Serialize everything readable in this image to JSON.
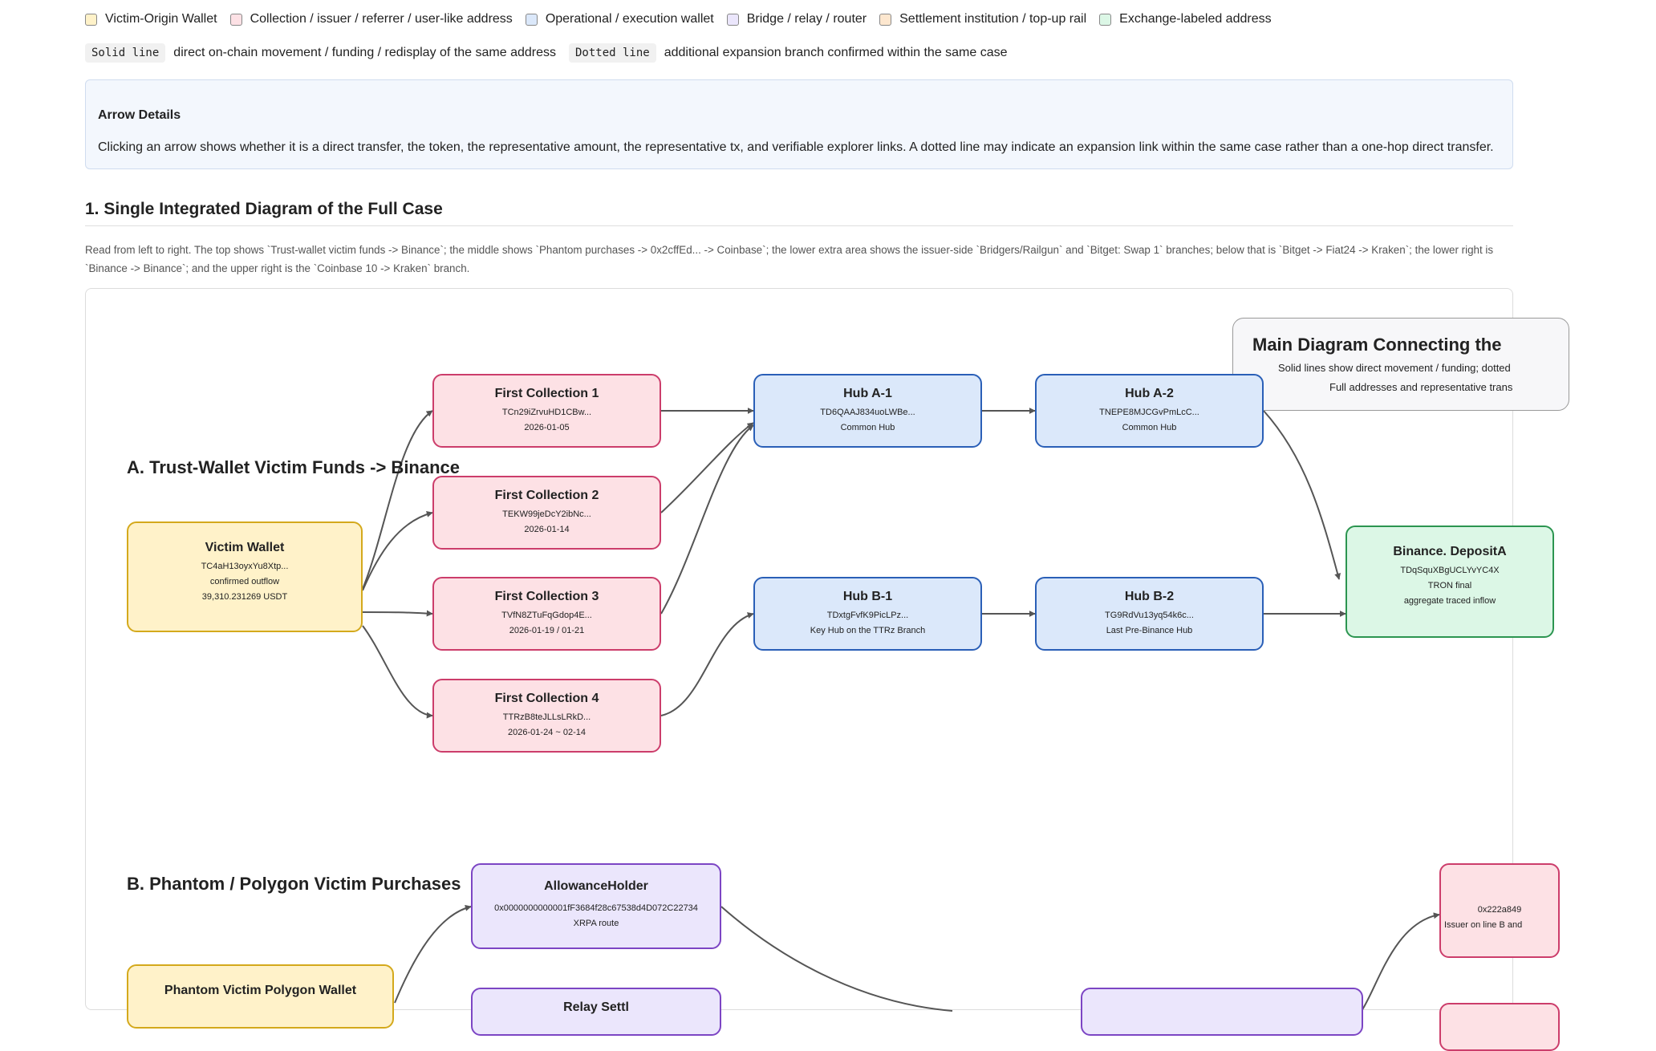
{
  "legend": [
    {
      "label": "Victim-Origin Wallet",
      "color": "#fff2c9"
    },
    {
      "label": "Collection / issuer / referrer / user-like address",
      "color": "#fde1e5"
    },
    {
      "label": "Operational / execution wallet",
      "color": "#dbe8fa"
    },
    {
      "label": "Bridge / relay / router",
      "color": "#ebe6fc"
    },
    {
      "label": "Settlement institution / top-up rail",
      "color": "#fde7cf"
    },
    {
      "label": "Exchange-labeled address",
      "color": "#dcf7e6"
    }
  ],
  "line_key": {
    "solid_code": "Solid line",
    "solid_text": "direct on-chain movement / funding / redisplay of the same address",
    "dotted_code": "Dotted line",
    "dotted_text": "additional expansion branch confirmed within the same case"
  },
  "arrow_details": {
    "title": "Arrow Details",
    "text": "Clicking an arrow shows whether it is a direct transfer, the token, the representative amount, the representative tx, and verifiable explorer links. A dotted line may indicate an expansion link within the same case rather than a one-hop direct transfer."
  },
  "section": {
    "title": "1. Single Integrated Diagram of the Full Case",
    "description": "Read from left to right. The top shows `Trust-wallet victim funds -> Binance`; the middle shows `Phantom purchases -> 0x2cffEd... -> Coinbase`; the lower extra area shows the issuer-side `Bridgers/Railgun` and `Bitget: Swap 1` branches; below that is `Bitget -> Fiat24 -> Kraken`; the lower right is `Binance -> Binance`; and the upper right is the `Coinbase 10 -> Kraken` branch."
  },
  "diagram": {
    "group_a": "A. Trust-Wallet Victim Funds -> Binance",
    "group_b": "B. Phantom / Polygon Victim Purchases",
    "panel": {
      "title": "Main Diagram Connecting the",
      "line1": "Solid lines show direct movement / funding; dotted",
      "line2": "Full addresses and representative trans"
    },
    "nodes": {
      "victim": {
        "title": "Victim Wallet",
        "l1": "TC4aH13oyxYu8Xtp...",
        "l2": "confirmed outflow",
        "l3": "39,310.231269 USDT"
      },
      "fc1": {
        "title": "First Collection 1",
        "l1": "TCn29iZrvuHD1CBw...",
        "l2": "2026-01-05"
      },
      "fc2": {
        "title": "First Collection 2",
        "l1": "TEKW99jeDcY2ibNc...",
        "l2": "2026-01-14"
      },
      "fc3": {
        "title": "First Collection 3",
        "l1": "TVfN8ZTuFqGdop4E...",
        "l2": "2026-01-19 / 01-21"
      },
      "fc4": {
        "title": "First Collection 4",
        "l1": "TTRzB8teJLLsLRkD...",
        "l2": "2026-01-24 ~ 02-14"
      },
      "hubA1": {
        "title": "Hub A-1",
        "l1": "TD6QAAJ834uoLWBe...",
        "l2": "Common Hub"
      },
      "hubA2": {
        "title": "Hub A-2",
        "l1": "TNEPE8MJCGvPmLcC...",
        "l2": "Common Hub"
      },
      "hubB1": {
        "title": "Hub B-1",
        "l1": "TDxtgFvfK9PicLPz...",
        "l2": "Key Hub on the TTRz Branch"
      },
      "hubB2": {
        "title": "Hub B-2",
        "l1": "TG9RdVu13yq54k6c...",
        "l2": "Last Pre-Binance Hub"
      },
      "binance": {
        "title": "Binance. DepositA",
        "l1": "TDqSquXBgUCLYvYC4X",
        "l2": "TRON final",
        "l3": "aggregate traced inflow"
      },
      "allowance": {
        "title": "AllowanceHolder",
        "l1": "0x0000000000001fF3684f28c67538d4D072C22734",
        "l2": "XRPA route"
      },
      "phantom": {
        "title": "Phantom Victim Polygon Wallet"
      },
      "relay": {
        "title": "Relay Settl"
      },
      "issuer": {
        "l1": "0x222a849",
        "l2": "Issuer on line B and"
      }
    }
  }
}
